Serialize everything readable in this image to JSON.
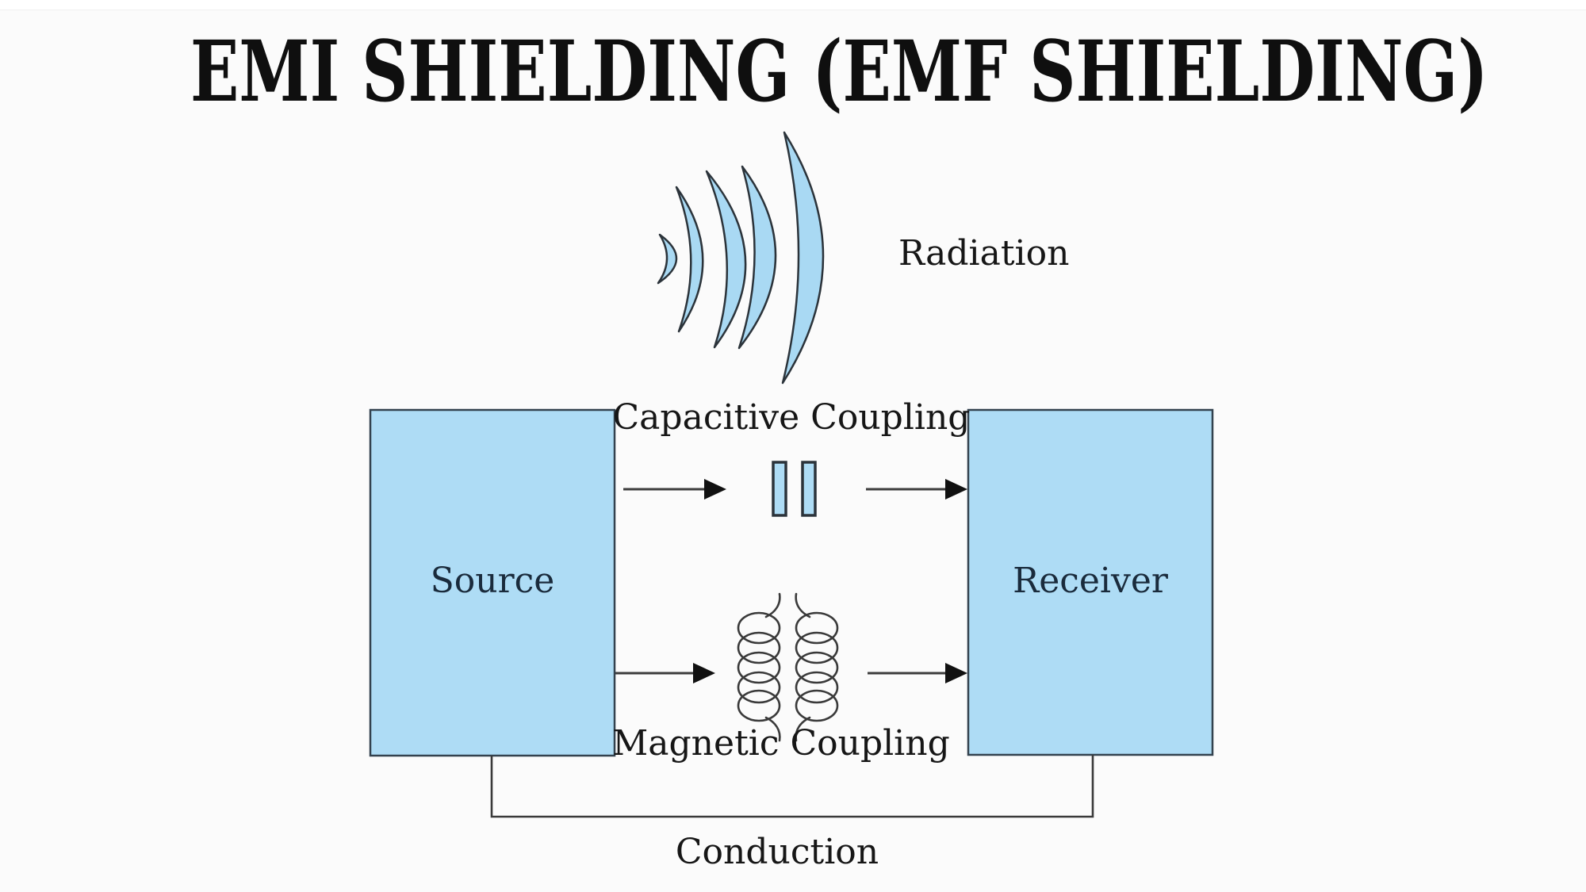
{
  "title": "EMI SHIELDING (EMF SHIELDING)",
  "diagram": {
    "source_label": "Source",
    "receiver_label": "Receiver",
    "radiation_label": "Radiation",
    "capacitive_label": "Capacitive Coupling",
    "magnetic_label": "Magnetic Coupling",
    "conduction_label": "Conduction",
    "coupling_paths": [
      "Radiation",
      "Capacitive Coupling",
      "Magnetic Coupling",
      "Conduction"
    ],
    "flow_direction": "Source to Receiver"
  },
  "colors": {
    "background": "#fbfbfb",
    "box_fill": "#aedcf5",
    "box_stroke": "#33424e",
    "wave_fill": "#a9d9f3",
    "wave_stroke": "#2b333a",
    "arrow_shaft": "#3c3c3c",
    "arrow_head": "#111111",
    "coil_stroke": "#3a3a3a",
    "text": "#161616"
  }
}
